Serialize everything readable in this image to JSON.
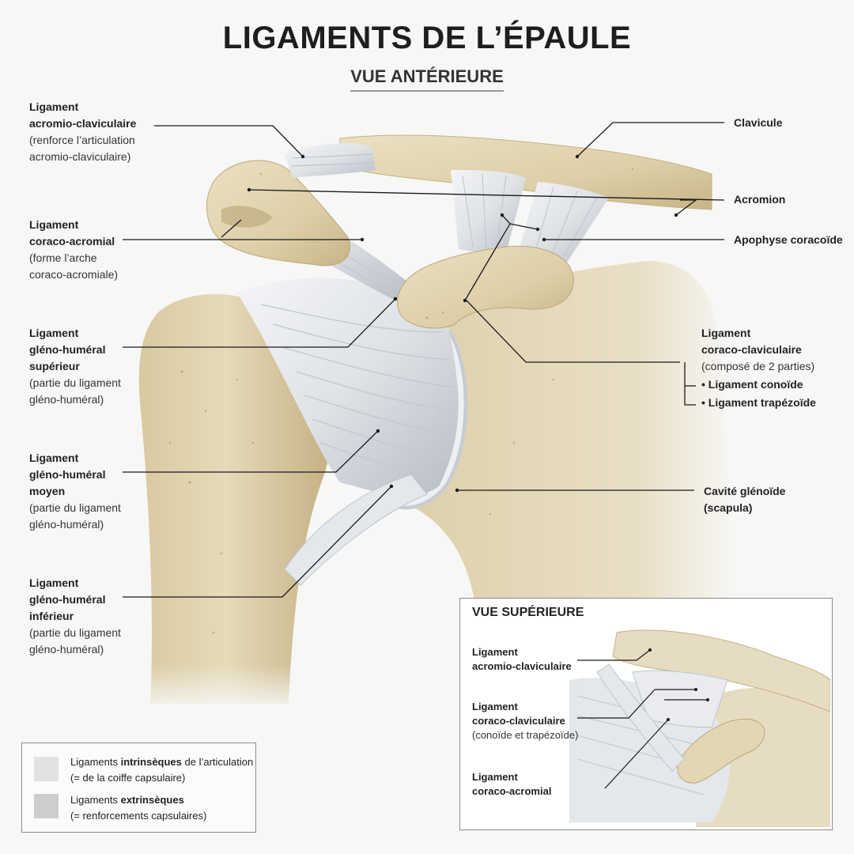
{
  "title": "LIGAMENTS DE L’ÉPAULE",
  "subtitle": "VUE ANTÉRIEURE",
  "labels_left": [
    {
      "bold": [
        "Ligament",
        "acromio-claviculaire"
      ],
      "note": [
        "(renforce l’articulation",
        "acromio-claviculaire)"
      ]
    },
    {
      "bold": [
        "Ligament",
        "coraco-acromial"
      ],
      "note": [
        "(forme l’arche",
        "coraco-acromiale)"
      ]
    },
    {
      "bold": [
        "Ligament",
        "gléno-huméral",
        "supérieur"
      ],
      "note": [
        "(partie du ligament",
        "gléno-huméral)"
      ]
    },
    {
      "bold": [
        "Ligament",
        "gléno-huméral",
        "moyen"
      ],
      "note": [
        "(partie du ligament",
        "gléno-huméral)"
      ]
    },
    {
      "bold": [
        "Ligament",
        "gléno-huméral",
        "inférieur"
      ],
      "note": [
        "(partie du ligament",
        "gléno-huméral)"
      ]
    }
  ],
  "labels_right": {
    "clavicule": "Clavicule",
    "acromion": "Acromion",
    "coracoide": "Apophyse coracoïde",
    "cc_title": [
      "Ligament",
      "coraco-claviculaire"
    ],
    "cc_note": "(composé de 2 parties)",
    "cc_parts": [
      "• Ligament conoïde",
      "• Ligament trapézoïde"
    ],
    "glenoide": [
      "Cavité glénoïde",
      "(scapula)"
    ]
  },
  "inset": {
    "title": "VUE SUPÉRIEURE",
    "labels": [
      {
        "bold": [
          "Ligament",
          "acromio-claviculaire"
        ],
        "note": []
      },
      {
        "bold": [
          "Ligament",
          "coraco-claviculaire"
        ],
        "note": [
          "(conoïde et trapézoïde)"
        ]
      },
      {
        "bold": [
          "Ligament",
          "coraco-acromial"
        ],
        "note": []
      }
    ]
  },
  "legend": [
    {
      "pre": "Ligaments ",
      "bold": "intrinsèques",
      "post": " de l’articulation",
      "line2": "(= de la coiffe capsulaire)",
      "color": "#e2e2e2"
    },
    {
      "pre": "Ligaments ",
      "bold": "extrinsèques",
      "post": "",
      "line2": "(= renforcements capsulaires)",
      "color": "#cdcdcd"
    }
  ],
  "colors": {
    "bone": "#e3d6b4",
    "bone_shade": "#c9b78c",
    "ligament": "#e9ebee",
    "ligament_shade": "#b9bec6",
    "line": "#1a1a1a"
  }
}
